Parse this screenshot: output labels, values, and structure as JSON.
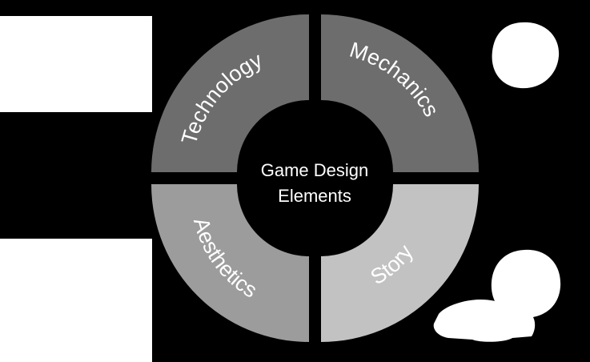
{
  "center": {
    "line1": "Game Design",
    "line2": "Elements"
  },
  "segments": [
    {
      "key": "technology",
      "label": "Technology",
      "color": "#6d6d6d"
    },
    {
      "key": "mechanics",
      "label": "Mechanics",
      "color": "#6d6d6d"
    },
    {
      "key": "aesthetics",
      "label": "Aesthetics",
      "color": "#9c9c9c"
    },
    {
      "key": "story",
      "label": "Story",
      "color": "#c2c2c2"
    }
  ],
  "background_color": "#000000"
}
